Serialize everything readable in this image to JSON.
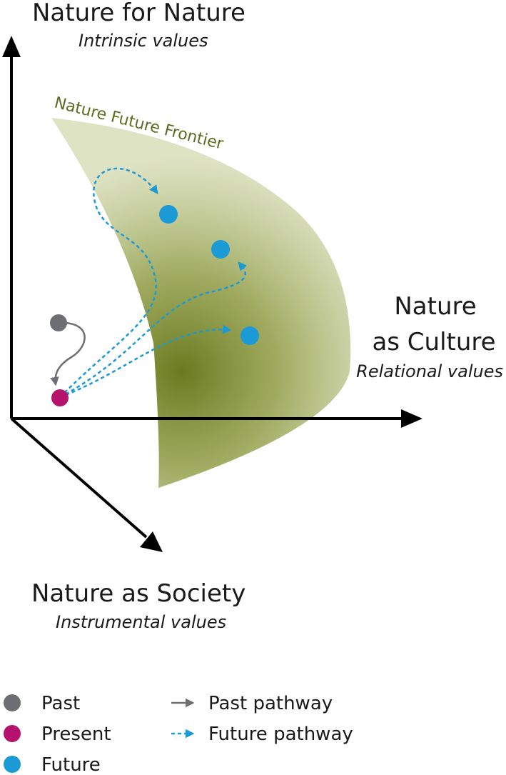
{
  "axes": {
    "vertical": {
      "title": "Nature for Nature",
      "subtitle": "Intrinsic values"
    },
    "horizontal": {
      "title_line1": "Nature",
      "title_line2": "as Culture",
      "subtitle": "Relational values"
    },
    "diagonal": {
      "title": "Nature as Society",
      "subtitle": "Instrumental values"
    }
  },
  "frontier": {
    "label": "Nature Future Frontier"
  },
  "legend": {
    "past": "Past",
    "present": "Present",
    "future": "Future",
    "past_pathway": "Past pathway",
    "future_pathway": "Future pathway"
  },
  "colors": {
    "past": "#6d6e71",
    "present": "#b5126e",
    "future": "#1b9ad6",
    "frontier": "#6b7a1f",
    "axis": "#000000"
  }
}
